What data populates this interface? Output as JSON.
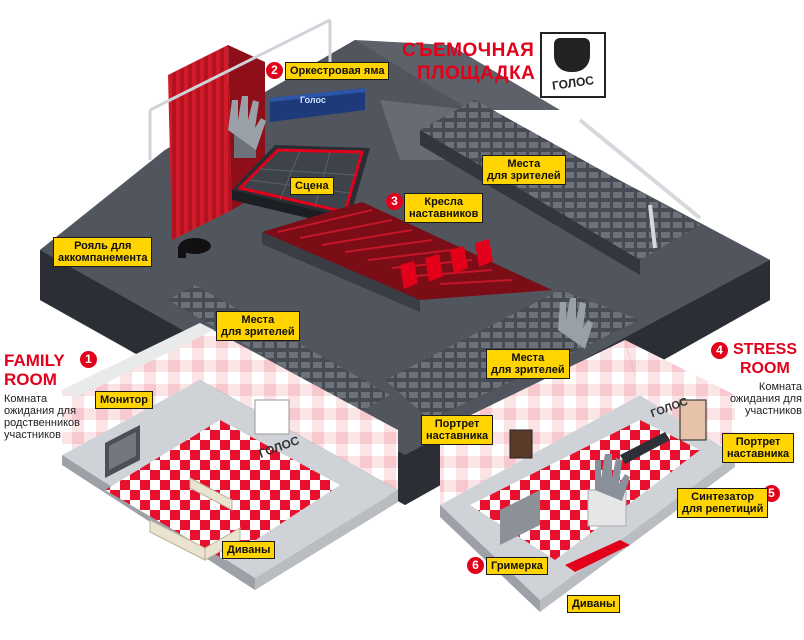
{
  "title": {
    "line1": "СЪЕМОЧНАЯ",
    "line2": "ПЛОЩАДКА",
    "logo_text": "ГОЛОС"
  },
  "stage_screen_text": "Голос",
  "labels": {
    "orchestra_pit": "Оркестровая яма",
    "stage": "Сцена",
    "mentor_chairs_l1": "Кресла",
    "mentor_chairs_l2": "наставников",
    "seats_top_l1": "Места",
    "seats_top_l2": "для зрителей",
    "piano_l1": "Рояль для",
    "piano_l2": "аккомпанемента",
    "seats_left_l1": "Места",
    "seats_left_l2": "для зрителей",
    "seats_right_l1": "Места",
    "seats_right_l2": "для зрителей",
    "monitor": "Монитор",
    "sofas_family": "Диваны",
    "portrait_left_l1": "Портрет",
    "portrait_left_l2": "наставника",
    "portrait_right_l1": "Портрет",
    "portrait_right_l2": "наставника",
    "synth_l1": "Синтезатор",
    "synth_l2": "для репетиций",
    "makeup": "Гримерка",
    "sofas_stress": "Диваны"
  },
  "numbers": {
    "n1": "1",
    "n2": "2",
    "n3": "3",
    "n4": "4",
    "n5": "5",
    "n6": "6"
  },
  "family_room": {
    "head1": "FAMILY",
    "head2": "ROOM",
    "desc1": "Комната",
    "desc2": "ожидания для",
    "desc3": "родственников",
    "desc4": "участников",
    "wall_logo": "ГОЛОС"
  },
  "stress_room": {
    "head1": "STRESS",
    "head2": "ROOM",
    "desc1": "Комната",
    "desc2": "ожидания для",
    "desc3": "участников",
    "wall_logo": "ГОЛОС"
  },
  "colors": {
    "accent_red": "#e3001b",
    "label_yellow": "#ffd400",
    "floor_dark": "#4a4f57",
    "seat_grey": "#5b6069"
  }
}
